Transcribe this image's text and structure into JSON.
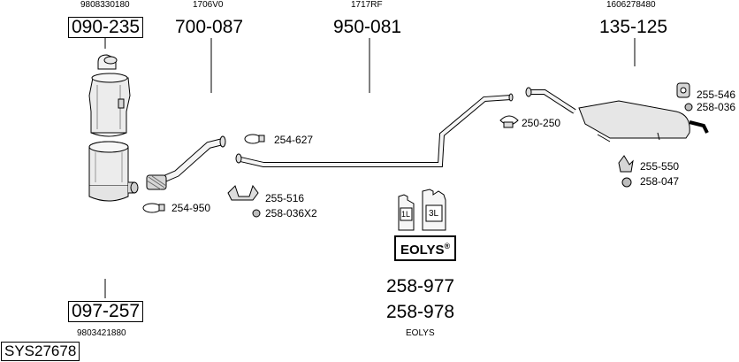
{
  "diagram": {
    "system_code": "SYS27678",
    "sections": [
      {
        "oem": "9808330180",
        "part": "090-235"
      },
      {
        "oem": "1706V0",
        "part": "700-087"
      },
      {
        "oem": "1717RF",
        "part": "950-081"
      },
      {
        "oem": "1606278480",
        "part": "135-125"
      }
    ],
    "bottom_section": {
      "oem": "9803421880",
      "part": "097-257"
    },
    "fittings": {
      "f1": "254-627",
      "f2": "254-950",
      "f3": "255-516",
      "f4": "258-036X2",
      "f5": "250-250",
      "f6": "255-546",
      "f7": "258-036",
      "f8": "255-550",
      "f9": "258-047"
    },
    "eolys": {
      "brand": "EOLYS",
      "mark": "®",
      "bottle_small": "1L",
      "bottle_large": "3L",
      "part_1": "258-977",
      "part_2": "258-978",
      "caption": "EOLYS"
    }
  }
}
